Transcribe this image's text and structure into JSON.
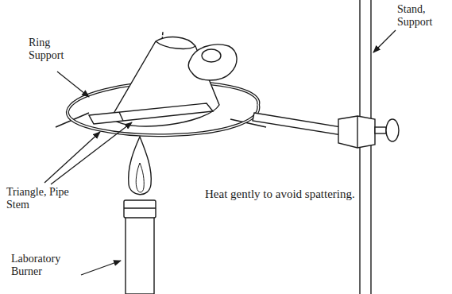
{
  "diagram": {
    "labels": [
      "Ring Support",
      "Stand, Support",
      "Triangle, Pipe Stem",
      "Heat gently to avoid spattering.",
      "Laboratory Burner"
    ]
  }
}
